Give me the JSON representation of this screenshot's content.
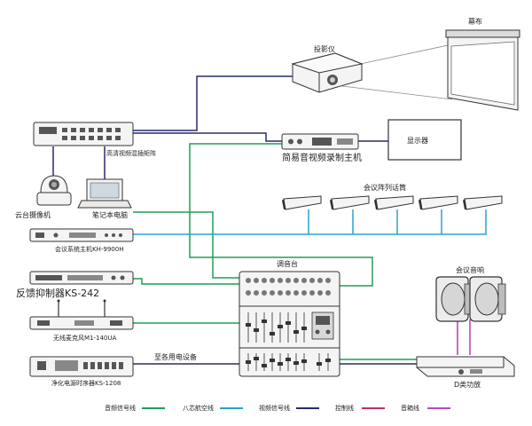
{
  "devices": {
    "screen": "幕布",
    "projector": "投影仪",
    "display": "显示器",
    "recorder": "简易音视频录制主机",
    "matrix": "高清视频混插矩阵",
    "ptz_camera": "云台摄像机",
    "laptop": "笔记本电脑",
    "conference_host": "会议系统主机KH-9900H",
    "array_mics": "会议阵列话筒",
    "feedback_suppressor": "反馈抑制器KS-242",
    "mixer": "调音台",
    "speakers": "会议音响",
    "wireless_mic": "无线麦克风M1-140UA",
    "power_sequencer": "净化电源时序器KS-1208",
    "power_note": "至各用电设备",
    "amplifier": "D类功放"
  },
  "legend": [
    {
      "label": "音频信号线",
      "color": "#1f9e5a"
    },
    {
      "label": "八芯航空线",
      "color": "#27a3d6"
    },
    {
      "label": "视频信号线",
      "color": "#2a2a6e"
    },
    {
      "label": "控制线",
      "color": "#c0306a"
    },
    {
      "label": "音箱线",
      "color": "#c046b8"
    }
  ],
  "colors": {
    "audio": "#1f9e5a",
    "aviation": "#27a3d6",
    "video": "#2a2a6e",
    "control": "#c0306a",
    "speaker": "#c046b8"
  }
}
